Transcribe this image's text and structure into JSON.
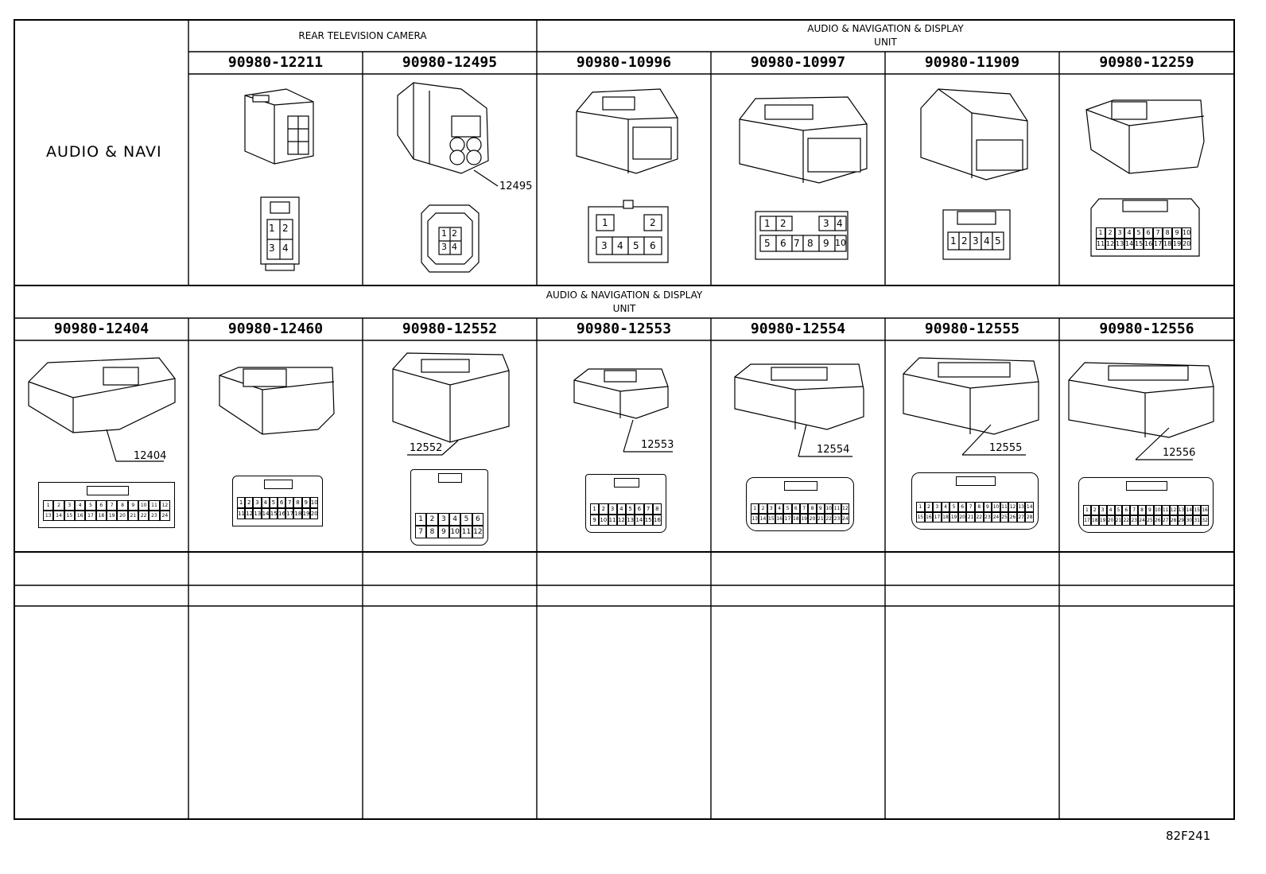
{
  "left_title": "AUDIO & NAVI",
  "row1": {
    "group1_label": "REAR TELEVISION CAMERA",
    "group2_label_line1": "AUDIO & NAVIGATION & DISPLAY",
    "group2_label_line2": "UNIT",
    "parts": [
      {
        "number": "90980-12211",
        "callout": "",
        "pins": [
          "1",
          "2",
          "3",
          "4"
        ]
      },
      {
        "number": "90980-12495",
        "callout": "12495",
        "pins": [
          "1",
          "2",
          "3",
          "4"
        ]
      },
      {
        "number": "90980-10996",
        "callout": "",
        "pins": [
          "1",
          "2",
          "3",
          "4",
          "5",
          "6"
        ]
      },
      {
        "number": "90980-10997",
        "callout": "",
        "pins": [
          "1",
          "2",
          "3",
          "4",
          "5",
          "6",
          "7",
          "8",
          "9",
          "10"
        ]
      },
      {
        "number": "90980-11909",
        "callout": "",
        "pins": [
          "1",
          "2",
          "3",
          "4",
          "5"
        ]
      },
      {
        "number": "90980-12259",
        "callout": "",
        "pins": [
          "1",
          "2",
          "3",
          "4",
          "5",
          "6",
          "7",
          "8",
          "9",
          "10",
          "11",
          "12",
          "13",
          "14",
          "15",
          "16",
          "17",
          "18",
          "19",
          "20"
        ]
      }
    ]
  },
  "row2": {
    "group_label_line1": "AUDIO & NAVIGATION & DISPLAY",
    "group_label_line2": "UNIT",
    "parts": [
      {
        "number": "90980-12404",
        "callout": "12404",
        "pins": 24
      },
      {
        "number": "90980-12460",
        "callout": "",
        "pins": 20
      },
      {
        "number": "90980-12552",
        "callout": "12552",
        "pins": 12
      },
      {
        "number": "90980-12553",
        "callout": "12553",
        "pins": 16
      },
      {
        "number": "90980-12554",
        "callout": "12554",
        "pins": 24
      },
      {
        "number": "90980-12555",
        "callout": "12555",
        "pins": 28
      },
      {
        "number": "90980-12556",
        "callout": "12556",
        "pins": 32
      }
    ]
  },
  "footer_code": "82F241"
}
